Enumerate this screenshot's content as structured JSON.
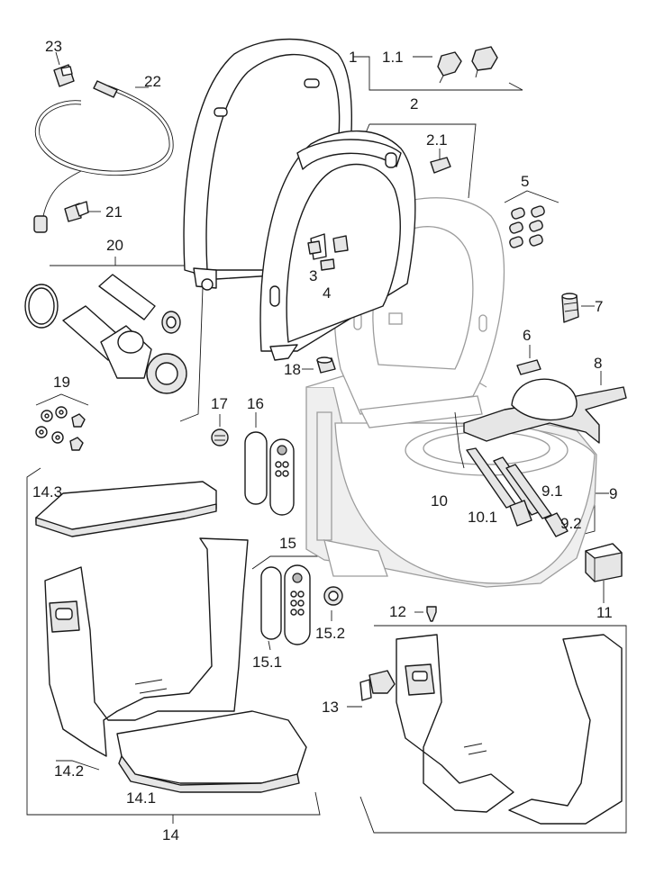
{
  "labels": {
    "l1": "1",
    "l1_1": "1.1",
    "l2": "2",
    "l2_1": "2.1",
    "l3": "3",
    "l4": "4",
    "l5": "5",
    "l6": "6",
    "l7": "7",
    "l8": "8",
    "l9": "9",
    "l9_1": "9.1",
    "l9_2": "9.2",
    "l10": "10",
    "l10_1": "10.1",
    "l11": "11",
    "l12": "12",
    "l13": "13",
    "l14": "14",
    "l14_1": "14.1",
    "l14_2": "14.2",
    "l14_3": "14.3",
    "l15": "15",
    "l15_1": "15.1",
    "l15_2": "15.2",
    "l16": "16",
    "l17": "17",
    "l18": "18",
    "l19": "19",
    "l20": "20",
    "l21": "21",
    "l22": "22",
    "l23": "23"
  }
}
